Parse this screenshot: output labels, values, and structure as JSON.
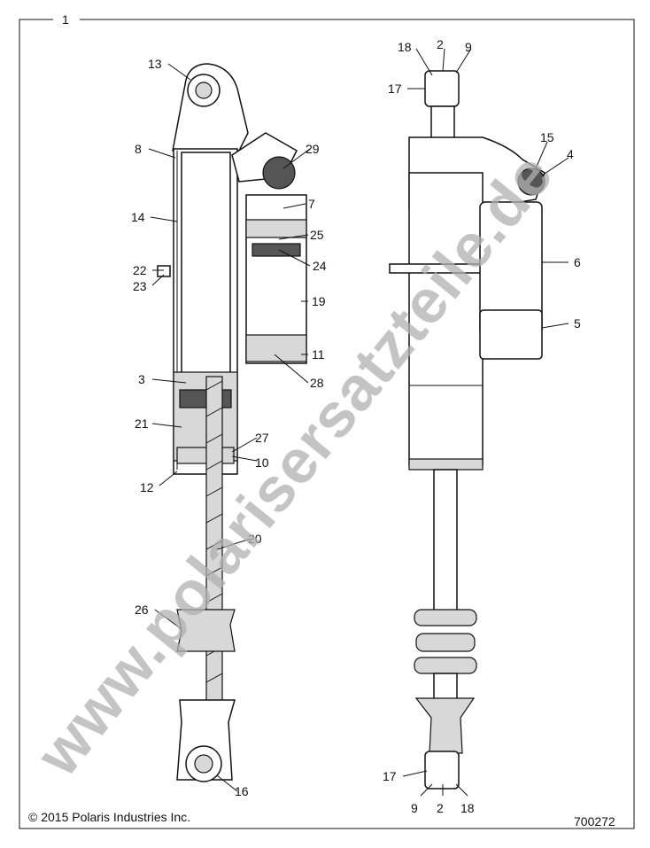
{
  "frame_label": "1",
  "copyright": "© 2015 Polaris Industries Inc.",
  "diagram_number": "700272",
  "watermark": "www.polarisersatzteile.de",
  "callouts_left": [
    "13",
    "8",
    "14",
    "22",
    "23",
    "3",
    "21",
    "12",
    "29",
    "7",
    "25",
    "24",
    "19",
    "11",
    "28",
    "27",
    "10",
    "20",
    "26",
    "16"
  ],
  "callouts_right": [
    "18",
    "2",
    "9",
    "17",
    "15",
    "4",
    "6",
    "5",
    "17",
    "9",
    "2",
    "18"
  ]
}
